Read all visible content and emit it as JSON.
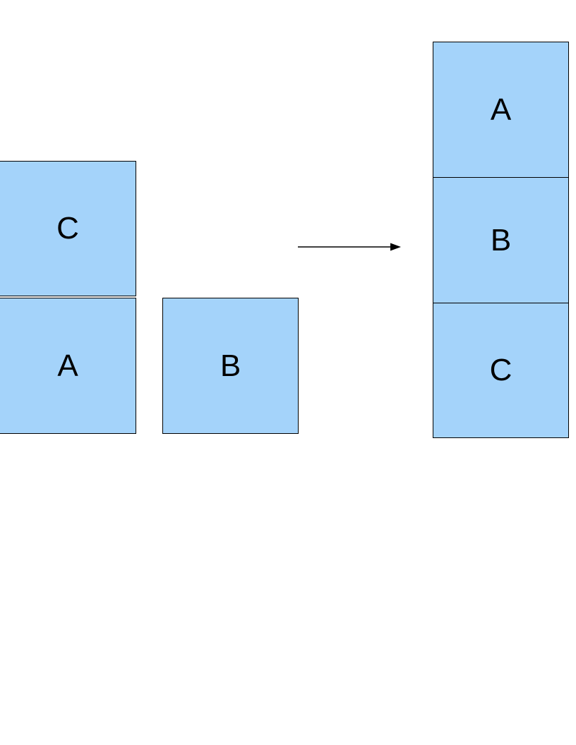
{
  "diagram": {
    "title": "blocks-world-rearrangement",
    "colors": {
      "block_fill": "#a4d3fa",
      "block_border": "#000000",
      "background": "#ffffff",
      "arrow": "#000000"
    },
    "initial_state": {
      "left_stack": {
        "top_block": "C",
        "bottom_block": "A"
      },
      "floor_block": "B"
    },
    "goal_state": {
      "stack": {
        "top_block": "A",
        "middle_block": "B",
        "bottom_block": "C"
      }
    }
  }
}
